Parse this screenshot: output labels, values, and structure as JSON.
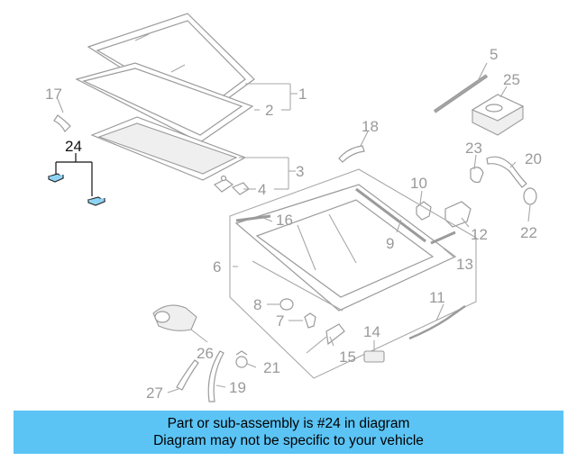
{
  "diagram": {
    "callouts": [
      "1",
      "2",
      "3",
      "4",
      "5",
      "6",
      "7",
      "8",
      "9",
      "10",
      "11",
      "12",
      "13",
      "14",
      "15",
      "16",
      "17",
      "18",
      "19",
      "20",
      "21",
      "22",
      "23",
      "24",
      "25",
      "26",
      "27"
    ],
    "highlighted_callout": "24",
    "colors": {
      "highlight": "#8fd3f4",
      "banner": "#5bc4f5",
      "line": "#a8a8a8"
    }
  },
  "banner": {
    "line1": "Part or sub-assembly is #24 in diagram",
    "line2": "Diagram may not be specific to your vehicle"
  }
}
